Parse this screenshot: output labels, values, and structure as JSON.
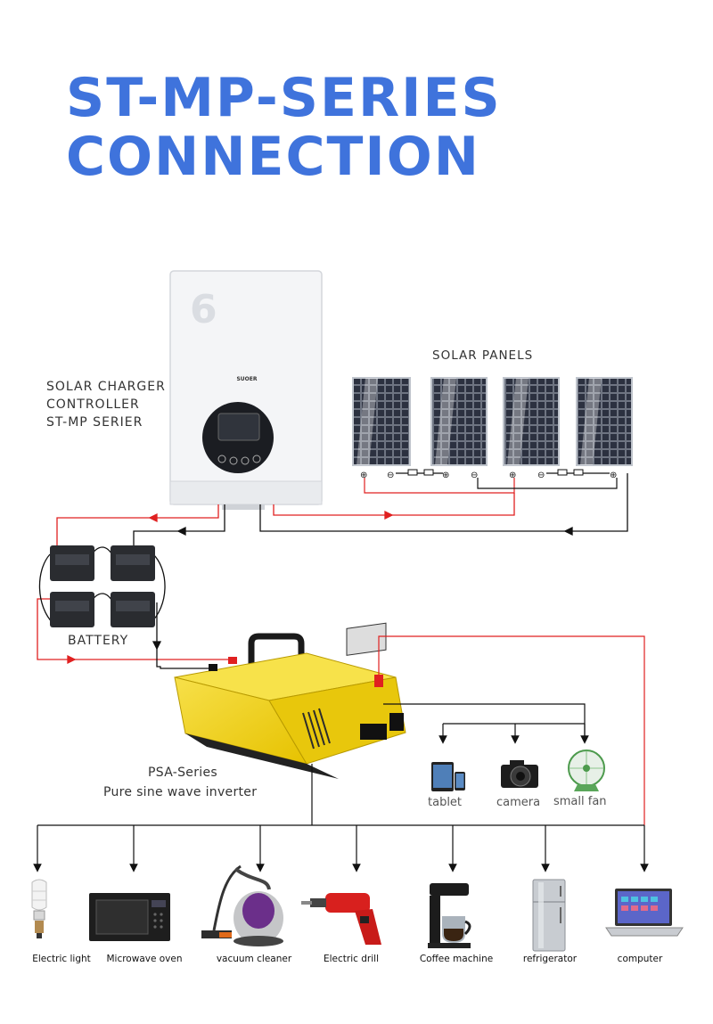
{
  "title": {
    "line1": "ST-MP-SERIES",
    "line2": "CONNECTION"
  },
  "controller": {
    "label_lines": [
      "SOLAR CHARGER",
      "CONTROLLER",
      "ST-MP SERIER"
    ],
    "digit": "6",
    "brand": "SUOER"
  },
  "panels": {
    "label": "SOLAR PANELS"
  },
  "battery": {
    "label": "BATTERY"
  },
  "inverter": {
    "label_lines": [
      "PSA-Series",
      "Pure sine wave inverter"
    ]
  },
  "devices": [
    {
      "name": "tablet",
      "icon": "tablet-phone-icon"
    },
    {
      "name": "camera",
      "icon": "camera-icon"
    },
    {
      "name": "small fan",
      "icon": "fan-icon"
    }
  ],
  "appliances": [
    {
      "name": "Electric light",
      "icon": "light-bulb-icon"
    },
    {
      "name": "Microwave oven",
      "icon": "microwave-icon"
    },
    {
      "name": "vacuum cleaner",
      "icon": "vacuum-icon"
    },
    {
      "name": "Electric drill",
      "icon": "drill-icon"
    },
    {
      "name": "Coffee machine",
      "icon": "coffee-machine-icon"
    },
    {
      "name": "refrigerator",
      "icon": "refrigerator-icon"
    },
    {
      "name": "computer",
      "icon": "laptop-icon"
    }
  ],
  "colors": {
    "title": "#3f73dc",
    "positive_wire": "#e02020",
    "negative_wire": "#111111",
    "inverter_body": "#f2d31a"
  }
}
